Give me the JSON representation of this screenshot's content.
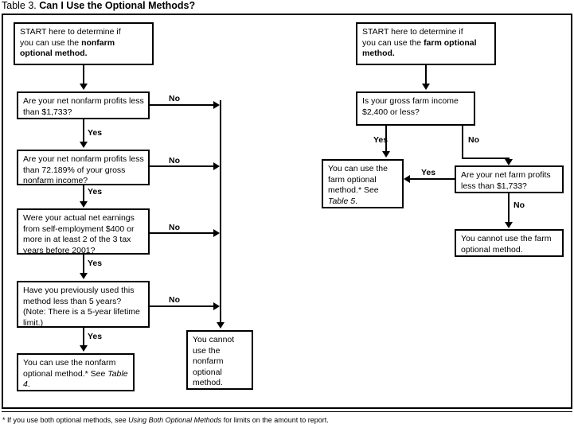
{
  "title": {
    "prefix": "Table 3.",
    "question": "Can I Use the Optional Methods?"
  },
  "footnote": {
    "lead": "* If you use both optional methods, see ",
    "italic": "Using Both Optional Methods",
    "tail": " for limits on the amount to report."
  },
  "labels": {
    "yes": "Yes",
    "no": "No"
  },
  "nonfarm_branch": {
    "start": {
      "line1": "START here to determine if",
      "line2_plain": "you can use the ",
      "line2_bold": "nonfarm",
      "line3_bold": "optional method."
    },
    "q1": "Are your net nonfarm profits less than $1,733?",
    "q2": "Are your net nonfarm profits less than 72.189% of your gross nonfarm income?",
    "q3": "Were your actual net earnings from self-employment $400 or more in at least 2 of the 3 tax years before 2001?",
    "q4": "Have you previously used this method less than 5 years? (Note: There is a 5-year lifetime limit.)",
    "result_yes": {
      "text": "You can use the nonfarm optional method.* See ",
      "italic_ref": "Table 4",
      "tail": "."
    },
    "result_no": "You cannot use the nonfarm optional method.",
    "edges": {
      "q1_no": "No",
      "q1_yes": "Yes",
      "q2_no": "No",
      "q2_yes": "Yes",
      "q3_no": "No",
      "q3_yes": "Yes",
      "q4_no": "No",
      "q4_yes": "Yes"
    }
  },
  "farm_branch": {
    "start": {
      "line1": "START here to determine if",
      "line2_plain": "you can use the ",
      "line2_bold": "farm optional",
      "line3_bold": "method."
    },
    "q1": "Is your gross farm income $2,400 or less?",
    "q2": "Are your net farm profits less than $1,733?",
    "result_yes": {
      "text": "You can use the farm optional method.* See ",
      "italic_ref": "Table 5",
      "tail": "."
    },
    "result_no": "You cannot use the farm optional method.",
    "edges": {
      "q1_yes": "Yes",
      "q1_no": "No",
      "q2_yes": "Yes",
      "q2_no": "No"
    }
  },
  "colors": {
    "ink": "#000000",
    "paper": "#ffffff"
  }
}
